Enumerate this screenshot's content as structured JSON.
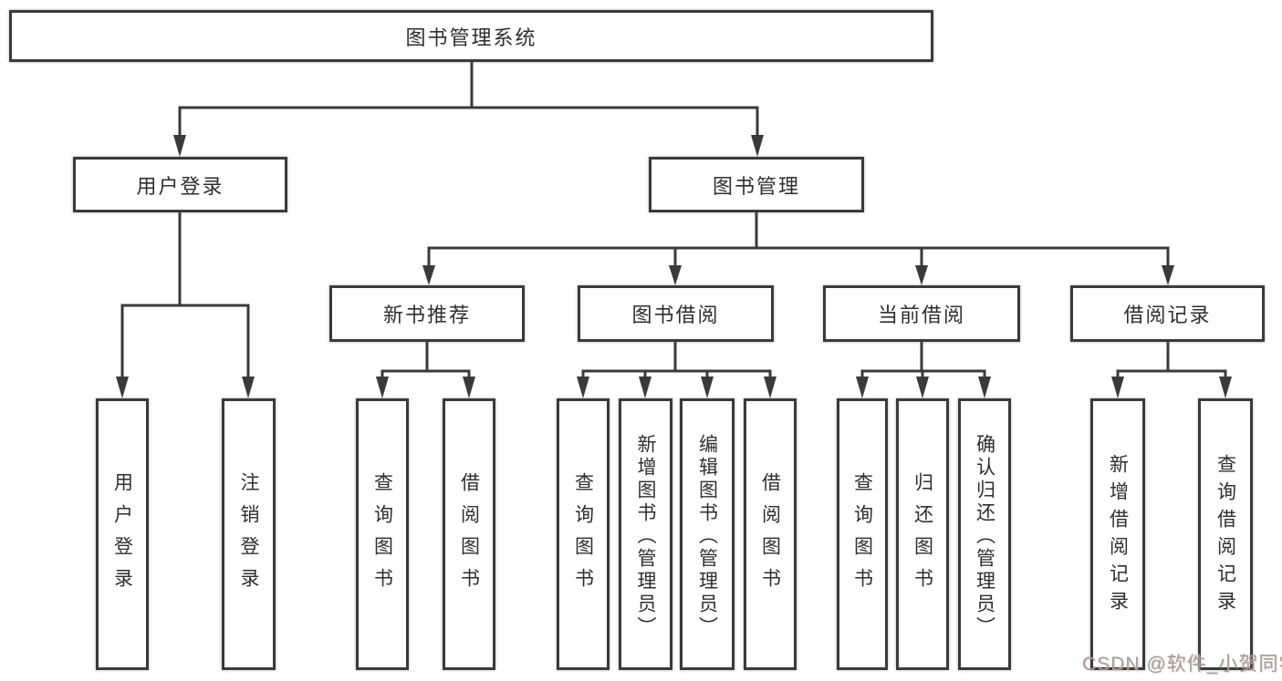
{
  "diagram_title": "图书管理系统",
  "colors": {
    "line": "#3a3a3a",
    "box_border": "#3a3a3a",
    "text": "#2e2e2e",
    "background": "#ffffff",
    "watermark": "#9e9e9e"
  },
  "tree": {
    "label": "图书管理系统",
    "children": [
      {
        "label": "用户登录",
        "children": [
          {
            "label": "用户登录"
          },
          {
            "label": "注销登录"
          }
        ]
      },
      {
        "label": "图书管理",
        "children": [
          {
            "label": "新书推荐",
            "children": [
              {
                "label": "查询图书"
              },
              {
                "label": "借阅图书"
              }
            ]
          },
          {
            "label": "图书借阅",
            "children": [
              {
                "label": "查询图书"
              },
              {
                "label": "新增图书（管理员）"
              },
              {
                "label": "编辑图书（管理员）"
              },
              {
                "label": "借阅图书"
              }
            ]
          },
          {
            "label": "当前借阅",
            "children": [
              {
                "label": "查询图书"
              },
              {
                "label": "归还图书"
              },
              {
                "label": "确认归还（管理员）"
              }
            ]
          },
          {
            "label": "借阅记录",
            "children": [
              {
                "label": "新增借阅记录"
              },
              {
                "label": "查询借阅记录"
              }
            ]
          }
        ]
      }
    ]
  },
  "watermark": {
    "text": "CSDN @软件_小贺同学"
  }
}
